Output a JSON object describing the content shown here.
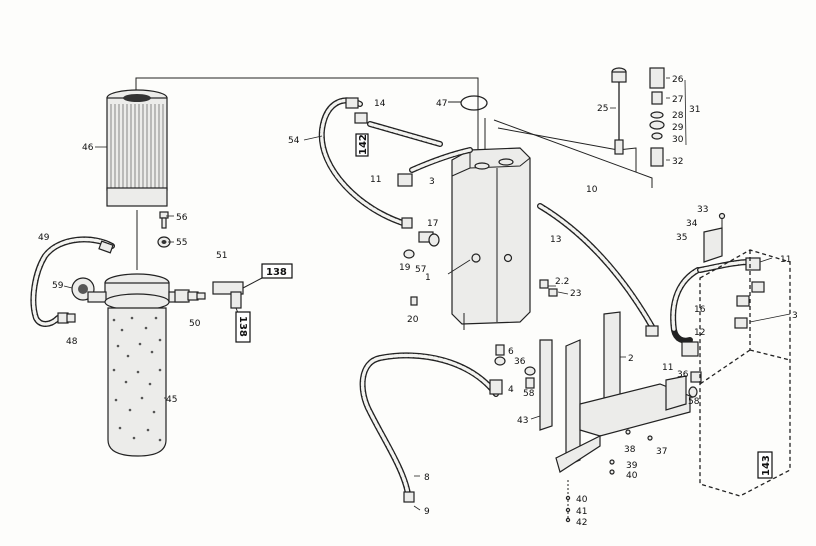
{
  "diagram": {
    "callouts": [
      "1",
      "2",
      "2.2",
      "3",
      "3",
      "4",
      "6",
      "8",
      "9",
      "10",
      "11",
      "11",
      "11",
      "12",
      "13",
      "14",
      "16",
      "17",
      "19",
      "20",
      "23",
      "25",
      "26",
      "27",
      "28",
      "29",
      "30",
      "31",
      "32",
      "33",
      "34",
      "35",
      "36",
      "36",
      "37",
      "38",
      "39",
      "40",
      "40",
      "41",
      "42",
      "43",
      "45",
      "46",
      "47",
      "48",
      "49",
      "50",
      "51",
      "54",
      "55",
      "56",
      "57",
      "58",
      "58",
      "59"
    ],
    "boxed_refs": [
      "142",
      "138",
      "138",
      "143"
    ]
  }
}
